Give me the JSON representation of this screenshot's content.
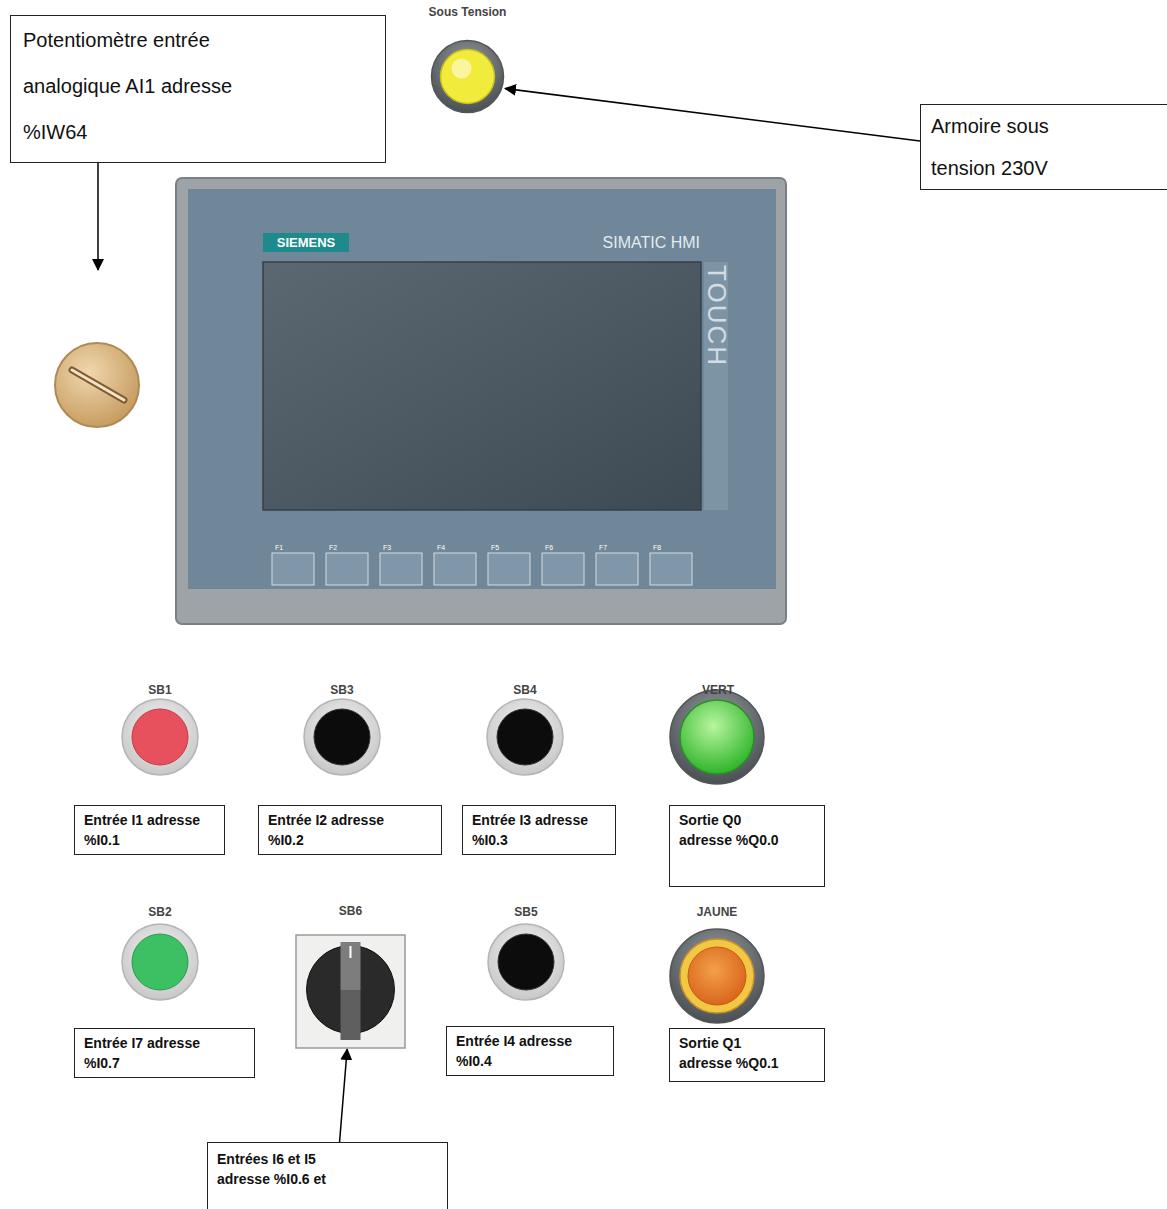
{
  "diagram": {
    "nodes": [
      {
        "text": [
          "Potentiomètre entrée analogique AI1 adresse %IW64"
        ]
      },
      {
        "text": [
          "Sous Tension"
        ]
      },
      {
        "text": [
          "Armoire sous tension 230V"
        ]
      },
      {
        "text": [
          "Entrée I1 adresse %I0.1"
        ]
      },
      {
        "text": [
          "Entrée I2 adresse %I0.2"
        ]
      },
      {
        "text": [
          "Entrée I3 adresse %I0.3"
        ]
      },
      {
        "text": [
          "Sortie Q0 adresse %Q0.0"
        ]
      },
      {
        "text": [
          "Entrée I7 adresse %I0.7"
        ]
      },
      {
        "text": [
          "SB6"
        ]
      },
      {
        "text": [
          "Entrée I4 adresse %I0.4"
        ]
      },
      {
        "text": [
          "Sortie Q1 adresse %Q0.1"
        ]
      },
      {
        "text": [
          "Entrées I6 et I5 adresse %I0.6 et"
        ]
      }
    ],
    "edges": [
      {
        "from": 2,
        "to": 1,
        "arrow": "to"
      },
      {
        "from": 11,
        "to": 8,
        "arrow": "to"
      }
    ],
    "labels": [
      "SIEMENS",
      "SIMATIC HMI",
      "TOUCH",
      "F1",
      "F2",
      "F3",
      "F4",
      "F5",
      "F6",
      "F7",
      "F8",
      "SB1",
      "SB3",
      "SB4",
      "VERT",
      "SB2",
      "SB5",
      "JAUNE"
    ]
  }
}
